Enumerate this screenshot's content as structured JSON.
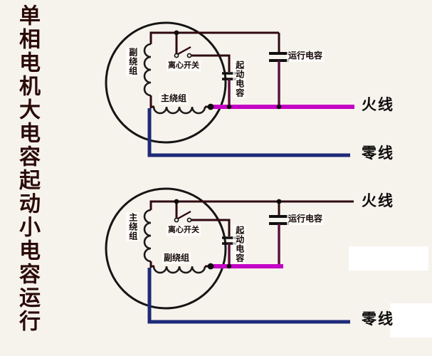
{
  "side_title": {
    "text": "单相电机大电容起动小电容运行"
  },
  "colors": {
    "bg": "#f6f3ec",
    "title": "#2a0a08",
    "text": "#140705",
    "wire": "#2e0a10",
    "branch": "#5a0f3c",
    "live": "#c400c4",
    "neutral": "#1e2a78"
  },
  "diagrams": [
    {
      "vertical_winding_label": "副绕组",
      "horizontal_winding_label": "主绕组",
      "switch_label": "离心开关",
      "start_capacitor_label": "起动电容",
      "run_capacitor_label": "运行电容",
      "live_wire_label": "火线",
      "neutral_wire_label": "零线"
    },
    {
      "vertical_winding_label": "主绕组",
      "horizontal_winding_label": "副绕组",
      "switch_label": "离心开关",
      "start_capacitor_label": "起动电容",
      "run_capacitor_label": "运行电容",
      "live_wire_label": "火线",
      "neutral_wire_label": "零线"
    }
  ]
}
